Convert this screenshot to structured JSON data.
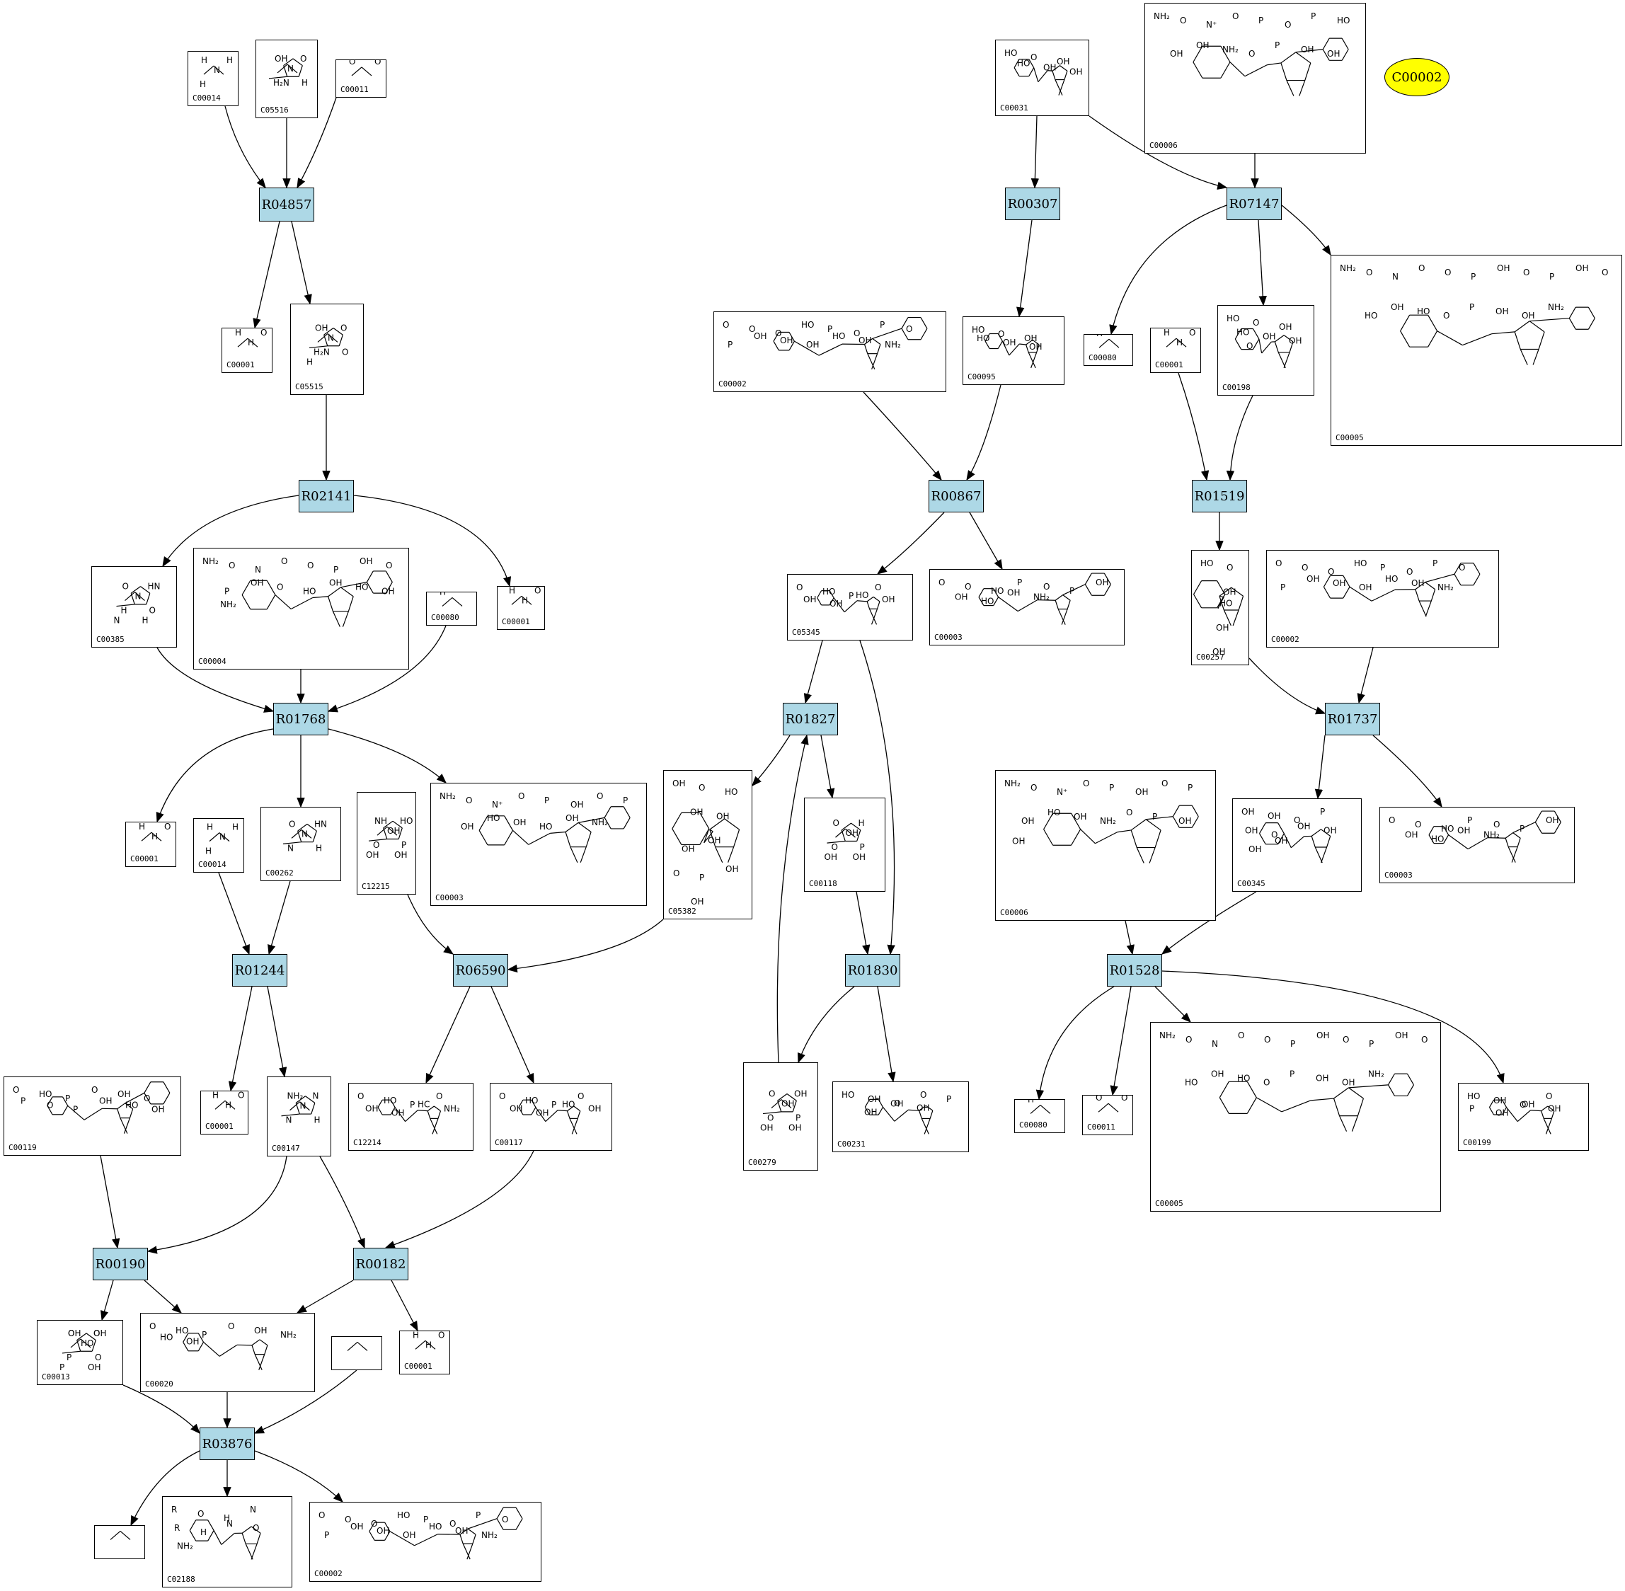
{
  "highlight": {
    "label": "C00002"
  },
  "reactions": [
    {
      "id": "R04857",
      "label": "R04857"
    },
    {
      "id": "R02141",
      "label": "R02141"
    },
    {
      "id": "R01768",
      "label": "R01768"
    },
    {
      "id": "R01244",
      "label": "R01244"
    },
    {
      "id": "R06590",
      "label": "R06590"
    },
    {
      "id": "R00190",
      "label": "R00190"
    },
    {
      "id": "R00182",
      "label": "R00182"
    },
    {
      "id": "R03876",
      "label": "R03876"
    },
    {
      "id": "R00307",
      "label": "R00307"
    },
    {
      "id": "R07147",
      "label": "R07147"
    },
    {
      "id": "R00867",
      "label": "R00867"
    },
    {
      "id": "R01519",
      "label": "R01519"
    },
    {
      "id": "R01827",
      "label": "R01827"
    },
    {
      "id": "R01737",
      "label": "R01737"
    },
    {
      "id": "R01830",
      "label": "R01830"
    },
    {
      "id": "R01528",
      "label": "R01528"
    }
  ],
  "compounds": [
    {
      "id": "c14a",
      "label": "C00014",
      "atoms": [
        "H",
        "H",
        "N",
        "H"
      ]
    },
    {
      "id": "c5516",
      "label": "C05516",
      "atoms": [
        "OH",
        "O",
        "N",
        "H₂N",
        "H"
      ]
    },
    {
      "id": "c11a",
      "label": "C00011",
      "atoms": [
        "O",
        "O"
      ]
    },
    {
      "id": "c1a",
      "label": "C00001",
      "atoms": [
        "H",
        "O",
        "H"
      ]
    },
    {
      "id": "c5515",
      "label": "C05515",
      "atoms": [
        "OH",
        "O",
        "N",
        "H₂N",
        "O",
        "H"
      ]
    },
    {
      "id": "c385",
      "label": "C00385",
      "atoms": [
        "O",
        "HN",
        "N",
        "H",
        "O",
        "N",
        "H"
      ]
    },
    {
      "id": "c4",
      "label": "C00004",
      "atoms": [
        "NH₂",
        "O",
        "N",
        "O",
        "O",
        "P",
        "OH",
        "O",
        "P",
        "OH",
        "O",
        "HO",
        "OH",
        "HO",
        "OH",
        "NH₂"
      ]
    },
    {
      "id": "c80a",
      "label": "C00080",
      "atoms": [
        "H⁺"
      ]
    },
    {
      "id": "c1b",
      "label": "C00001",
      "atoms": [
        "H",
        "O",
        "H"
      ]
    },
    {
      "id": "c1c",
      "label": "C00001",
      "atoms": [
        "H",
        "O",
        "H"
      ]
    },
    {
      "id": "c14b",
      "label": "C00014",
      "atoms": [
        "H",
        "H",
        "N",
        "H"
      ]
    },
    {
      "id": "c262",
      "label": "C00262",
      "atoms": [
        "O",
        "HN",
        "N",
        "N",
        "H"
      ]
    },
    {
      "id": "c12215",
      "label": "C12215",
      "atoms": [
        "NH",
        "HO",
        "OH",
        "O",
        "P",
        "OH",
        "OH"
      ]
    },
    {
      "id": "c3a",
      "label": "C00003",
      "atoms": [
        "NH₂",
        "O",
        "N⁺",
        "O",
        "P",
        "OH",
        "O",
        "P",
        "OH",
        "HO",
        "OH",
        "HO",
        "OH",
        "NH₂"
      ]
    },
    {
      "id": "c5382",
      "label": "C05382",
      "atoms": [
        "OH",
        "O",
        "HO",
        "OH",
        "OH",
        "OH",
        "OH",
        "O",
        "P",
        "OH",
        "OH"
      ]
    },
    {
      "id": "c119",
      "label": "C00119",
      "atoms": [
        "O",
        "HO",
        "P",
        "O",
        "OH",
        "O",
        "P",
        "O",
        "P",
        "OH",
        "HO",
        "OH"
      ]
    },
    {
      "id": "c1d",
      "label": "C00001",
      "atoms": [
        "H",
        "O",
        "H"
      ]
    },
    {
      "id": "c147",
      "label": "C00147",
      "atoms": [
        "NH₂",
        "N",
        "N",
        "N",
        "H"
      ]
    },
    {
      "id": "c12214",
      "label": "C12214",
      "atoms": [
        "O",
        "HO",
        "P",
        "O",
        "OH",
        "OH",
        "HC",
        "NH₂"
      ]
    },
    {
      "id": "c117",
      "label": "C00117",
      "atoms": [
        "O",
        "HO",
        "P",
        "O",
        "OH",
        "OH",
        "HO",
        "OH"
      ]
    },
    {
      "id": "c13",
      "label": "C00013",
      "atoms": [
        "O",
        "O",
        "HO",
        "P",
        "O",
        "P",
        "OH",
        "OH",
        "OH"
      ]
    },
    {
      "id": "c20",
      "label": "C00020",
      "atoms": [
        "O",
        "HO",
        "P",
        "O",
        "OH",
        "NH₂",
        "HO",
        "OH"
      ]
    },
    {
      "id": "c1e",
      "label": "C00001",
      "atoms": [
        "H",
        "O",
        "H"
      ]
    },
    {
      "id": "c2188",
      "label": "C02188",
      "atoms": [
        "R",
        "O",
        "H",
        "N",
        "R",
        "H",
        "N",
        "O",
        "NH₂"
      ]
    },
    {
      "id": "c2b",
      "label": "C00002",
      "atoms": [
        "O",
        "O",
        "O",
        "HO",
        "P",
        "O",
        "P",
        "O",
        "P",
        "OH",
        "OH",
        "OH",
        "HO",
        "OH",
        "NH₂"
      ]
    },
    {
      "id": "c31",
      "label": "C00031",
      "atoms": [
        "HO",
        "O",
        "OH",
        "HO",
        "OH",
        "OH"
      ]
    },
    {
      "id": "c6a",
      "label": "C00006",
      "atoms": [
        "NH₂",
        "O",
        "N⁺",
        "O",
        "P",
        "O",
        "P",
        "HO",
        "OH",
        "OH",
        "NH₂",
        "O",
        "P",
        "OH",
        "OH"
      ]
    },
    {
      "id": "c2a",
      "label": "C00002",
      "atoms": [
        "O",
        "O",
        "O",
        "HO",
        "P",
        "O",
        "P",
        "O",
        "P",
        "OH",
        "OH",
        "OH",
        "HO",
        "OH",
        "NH₂"
      ]
    },
    {
      "id": "c95",
      "label": "C00095",
      "atoms": [
        "HO",
        "O",
        "OH",
        "HO",
        "OH",
        "OH"
      ]
    },
    {
      "id": "c80b",
      "label": "C00080",
      "atoms": [
        "H⁺"
      ]
    },
    {
      "id": "c1f",
      "label": "C00001",
      "atoms": [
        "H",
        "O",
        "H"
      ]
    },
    {
      "id": "c198",
      "label": "C00198",
      "atoms": [
        "HO",
        "O",
        "OH",
        "HO",
        "OH",
        "OH",
        "O"
      ]
    },
    {
      "id": "c5b",
      "label": "C00005",
      "atoms": [
        "NH₂",
        "O",
        "N",
        "O",
        "O",
        "P",
        "OH",
        "O",
        "P",
        "OH",
        "O",
        "HO",
        "OH",
        "HO",
        "O",
        "P",
        "OH",
        "OH",
        "NH₂"
      ]
    },
    {
      "id": "c5345",
      "label": "C05345",
      "atoms": [
        "O",
        "HO",
        "P",
        "O",
        "OH",
        "OH",
        "HO",
        "OH"
      ]
    },
    {
      "id": "c3b",
      "label": "C00003",
      "atoms": [
        "O",
        "O",
        "HO",
        "P",
        "O",
        "P",
        "OH",
        "OH",
        "HO",
        "OH",
        "NH₂"
      ]
    },
    {
      "id": "c257",
      "label": "C00257",
      "atoms": [
        "HO",
        "O",
        "OH",
        "HO",
        "OH",
        "OH",
        "HO"
      ]
    },
    {
      "id": "c2c",
      "label": "C00002",
      "atoms": [
        "O",
        "O",
        "O",
        "HO",
        "P",
        "O",
        "P",
        "O",
        "P",
        "OH",
        "OH",
        "OH",
        "HO",
        "OH",
        "NH₂"
      ]
    },
    {
      "id": "c118",
      "label": "C00118",
      "atoms": [
        "O",
        "H",
        "OH",
        "O",
        "P",
        "OH",
        "OH"
      ]
    },
    {
      "id": "c6b",
      "label": "C00006",
      "atoms": [
        "NH₂",
        "O",
        "N⁺",
        "O",
        "P",
        "OH",
        "O",
        "P",
        "OH",
        "HO",
        "OH",
        "NH₂",
        "O",
        "P",
        "OH",
        "OH"
      ]
    },
    {
      "id": "c345",
      "label": "C00345",
      "atoms": [
        "OH",
        "OH",
        "O",
        "P",
        "OH",
        "O",
        "OH",
        "OH",
        "OH",
        "OH"
      ]
    },
    {
      "id": "c3c",
      "label": "C00003",
      "atoms": [
        "O",
        "O",
        "HO",
        "P",
        "O",
        "P",
        "OH",
        "OH",
        "HO",
        "OH",
        "NH₂"
      ]
    },
    {
      "id": "c279",
      "label": "C00279",
      "atoms": [
        "O",
        "OH",
        "OH",
        "O",
        "P",
        "OH",
        "OH"
      ]
    },
    {
      "id": "c231",
      "label": "C00231",
      "atoms": [
        "HO",
        "OH",
        "O",
        "O",
        "P",
        "OH",
        "OH",
        "OH"
      ]
    },
    {
      "id": "c80c",
      "label": "C00080",
      "atoms": [
        "H⁺"
      ]
    },
    {
      "id": "c11b",
      "label": "C00011",
      "atoms": [
        "O",
        "O"
      ]
    },
    {
      "id": "c5c",
      "label": "C00005",
      "atoms": [
        "NH₂",
        "O",
        "N",
        "O",
        "O",
        "P",
        "OH",
        "O",
        "P",
        "OH",
        "O",
        "HO",
        "OH",
        "HO",
        "O",
        "P",
        "OH",
        "OH",
        "NH₂"
      ]
    },
    {
      "id": "c199",
      "label": "C00199",
      "atoms": [
        "HO",
        "OH",
        "O",
        "O",
        "P",
        "OH",
        "OH",
        "OH"
      ]
    },
    {
      "id": "blank1",
      "label": "",
      "atoms": []
    },
    {
      "id": "blank2",
      "label": "",
      "atoms": []
    }
  ]
}
